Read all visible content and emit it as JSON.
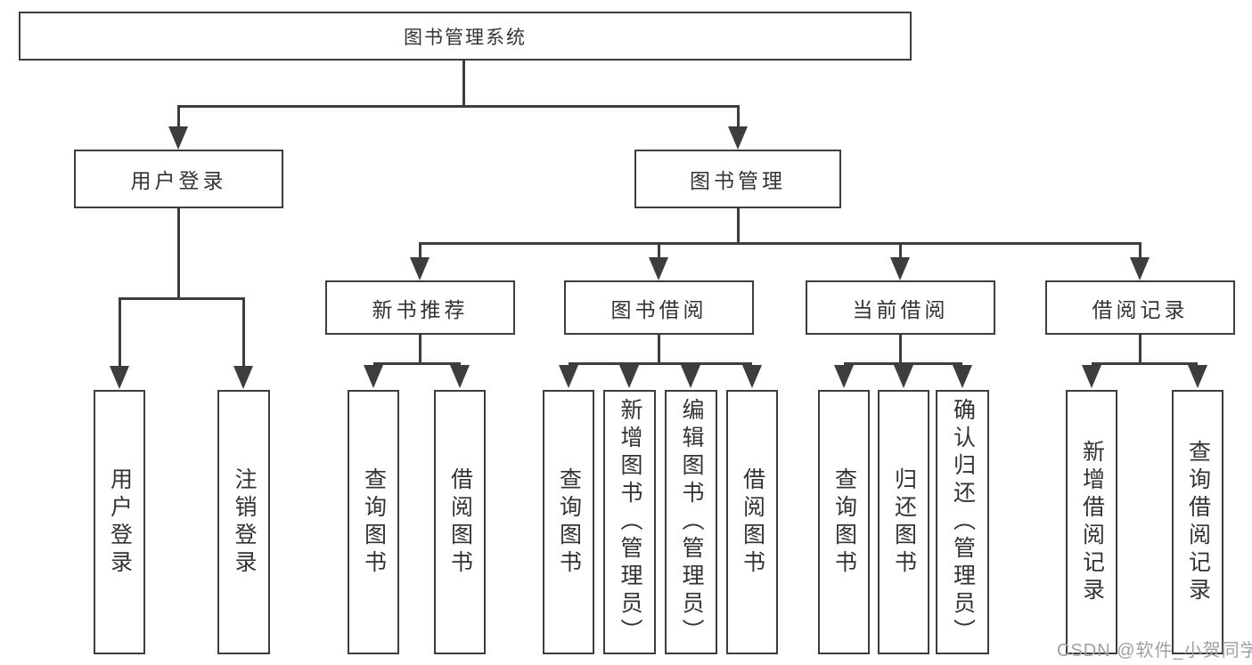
{
  "diagram": {
    "root": {
      "label": "图书管理系统"
    },
    "branches": [
      {
        "label": "用户登录",
        "children": [
          {
            "label": "用户登录"
          },
          {
            "label": "注销登录"
          }
        ]
      },
      {
        "label": "图书管理",
        "sections": [
          {
            "label": "新书推荐",
            "children": [
              {
                "label": "查询图书"
              },
              {
                "label": "借阅图书"
              }
            ]
          },
          {
            "label": "图书借阅",
            "children": [
              {
                "label": "查询图书"
              },
              {
                "label": "新增图书（管理员）"
              },
              {
                "label": "编辑图书（管理员）"
              },
              {
                "label": "借阅图书"
              }
            ]
          },
          {
            "label": "当前借阅",
            "children": [
              {
                "label": "查询图书"
              },
              {
                "label": "归还图书"
              },
              {
                "label": "确认归还（管理员）"
              }
            ]
          },
          {
            "label": "借阅记录",
            "children": [
              {
                "label": "新增借阅记录"
              },
              {
                "label": "查询借阅记录"
              }
            ]
          }
        ]
      }
    ],
    "watermark": "CSDN @软件_小贺同学"
  },
  "colors": {
    "line": "#3d3d3d",
    "box_border": "#3d3d3d",
    "text": "#333333",
    "watermark": "#9fa0a3",
    "background": "#ffffff"
  }
}
